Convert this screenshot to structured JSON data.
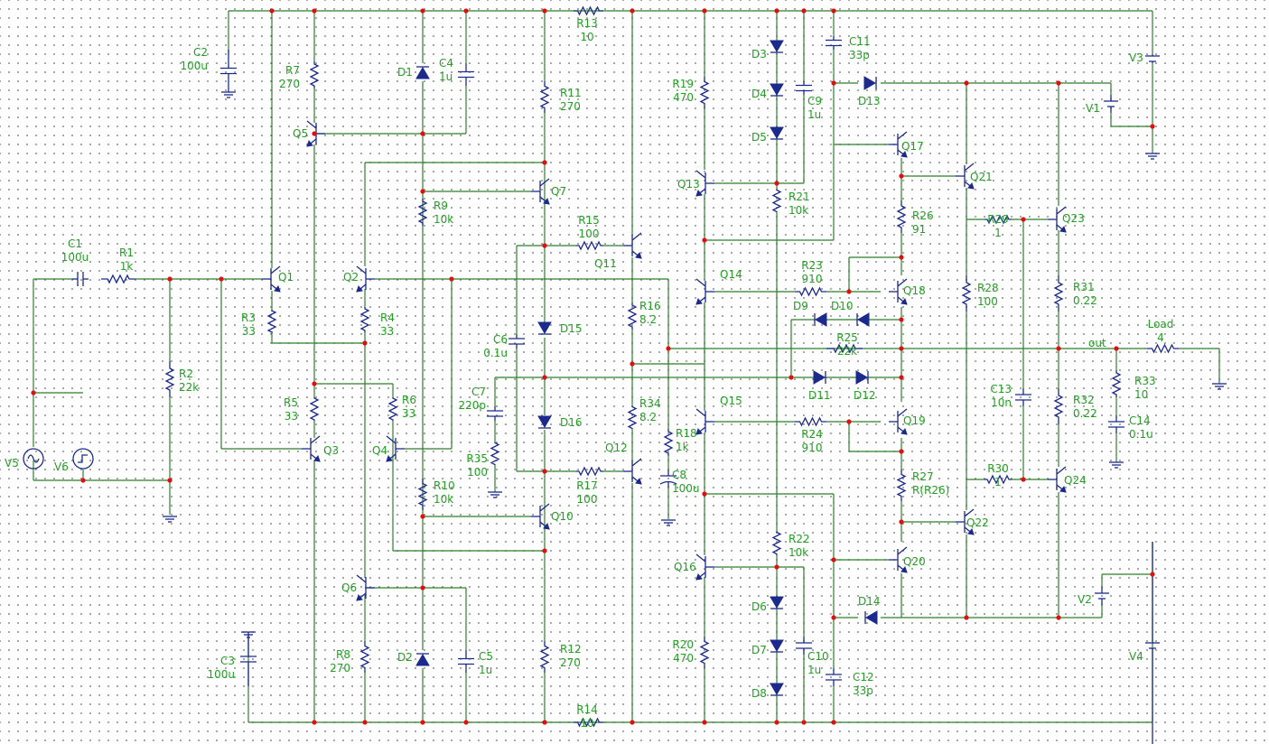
{
  "colors": {
    "wire": "#2e7d2e",
    "component": "#1b2a8c",
    "label": "#22a022",
    "junction": "#e01010"
  },
  "components": {
    "C1": {
      "name": "C1",
      "value": "100u"
    },
    "R1": {
      "name": "R1",
      "value": "1k"
    },
    "R2": {
      "name": "R2",
      "value": "22k"
    },
    "C2": {
      "name": "C2",
      "value": "100u"
    },
    "C3": {
      "name": "C3",
      "value": "100u"
    },
    "R3": {
      "name": "R3",
      "value": "33"
    },
    "R4": {
      "name": "R4",
      "value": "33"
    },
    "R5": {
      "name": "R5",
      "value": "33"
    },
    "R6": {
      "name": "R6",
      "value": "33"
    },
    "R7": {
      "name": "R7",
      "value": "270"
    },
    "R8": {
      "name": "R8",
      "value": "270"
    },
    "R9": {
      "name": "R9",
      "value": "10k"
    },
    "R10": {
      "name": "R10",
      "value": "10k"
    },
    "R11": {
      "name": "R11",
      "value": "270"
    },
    "R12": {
      "name": "R12",
      "value": "270"
    },
    "R13": {
      "name": "R13",
      "value": "10"
    },
    "R14": {
      "name": "R14",
      "value": "10"
    },
    "R15": {
      "name": "R15",
      "value": "100"
    },
    "R16": {
      "name": "R16",
      "value": "8.2"
    },
    "R17": {
      "name": "R17",
      "value": "100"
    },
    "R18": {
      "name": "R18",
      "value": "1k"
    },
    "R19": {
      "name": "R19",
      "value": "470"
    },
    "R20": {
      "name": "R20",
      "value": "470"
    },
    "R21": {
      "name": "R21",
      "value": "10k"
    },
    "R22": {
      "name": "R22",
      "value": "10k"
    },
    "R23": {
      "name": "R23",
      "value": "910"
    },
    "R24": {
      "name": "R24",
      "value": "910"
    },
    "R25": {
      "name": "R25",
      "value": "22k"
    },
    "R26": {
      "name": "R26",
      "value": "91"
    },
    "R27": {
      "name": "R27",
      "value": "R(R26)"
    },
    "R28": {
      "name": "R28",
      "value": "100"
    },
    "R29": {
      "name": "R29",
      "value": "1"
    },
    "R30": {
      "name": "R30",
      "value": "1"
    },
    "R31": {
      "name": "R31",
      "value": "0.22"
    },
    "R32": {
      "name": "R32",
      "value": "0.22"
    },
    "R33": {
      "name": "R33",
      "value": "10"
    },
    "R34": {
      "name": "R34",
      "value": "8.2"
    },
    "R35": {
      "name": "R35",
      "value": "100"
    },
    "Load": {
      "name": "Load",
      "value": "4"
    },
    "C4": {
      "name": "C4",
      "value": "1u"
    },
    "C5": {
      "name": "C5",
      "value": "1u"
    },
    "C6": {
      "name": "C6",
      "value": "0.1u"
    },
    "C7": {
      "name": "C7",
      "value": "220p"
    },
    "C8": {
      "name": "C8",
      "value": "100u"
    },
    "C9": {
      "name": "C9",
      "value": "1u"
    },
    "C10": {
      "name": "C10",
      "value": "1u"
    },
    "C11": {
      "name": "C11",
      "value": "33p"
    },
    "C12": {
      "name": "C12",
      "value": "33p"
    },
    "C13": {
      "name": "C13",
      "value": "10n"
    },
    "C14": {
      "name": "C14",
      "value": "0.1u"
    }
  },
  "names": [
    "Q1",
    "Q2",
    "Q3",
    "Q4",
    "Q5",
    "Q6",
    "Q7",
    "Q10",
    "Q11",
    "Q12",
    "Q13",
    "Q14",
    "Q15",
    "Q16",
    "Q17",
    "Q18",
    "Q19",
    "Q20",
    "Q21",
    "Q22",
    "Q23",
    "Q24",
    "D1",
    "D2",
    "D3",
    "D4",
    "D5",
    "D6",
    "D7",
    "D8",
    "D9",
    "D10",
    "D11",
    "D12",
    "D13",
    "D14",
    "D15",
    "D16",
    "V1",
    "V2",
    "V3",
    "V4",
    "V5",
    "V6"
  ],
  "net_label": "out"
}
